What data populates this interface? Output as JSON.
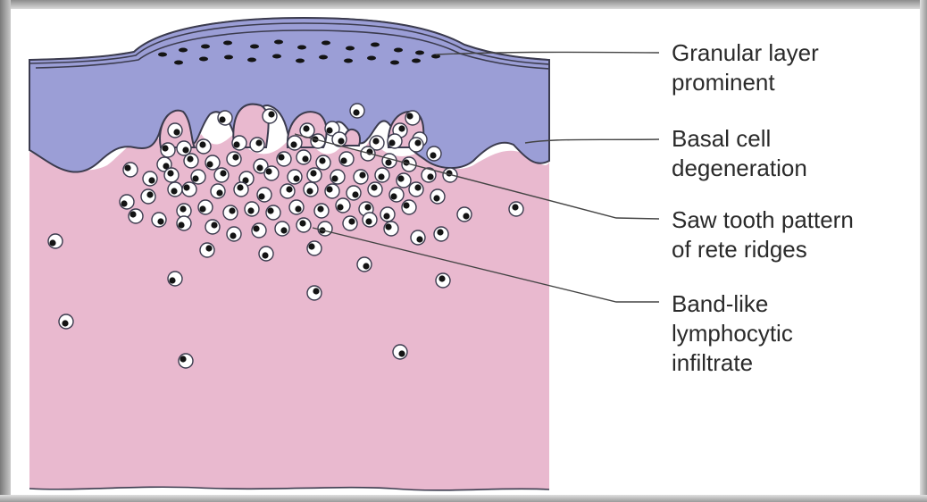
{
  "labels": {
    "granular": {
      "line1": "Granular layer",
      "line2": "prominent"
    },
    "basal": {
      "line1": "Basal cell",
      "line2": "degeneration"
    },
    "sawtooth": {
      "line1": "Saw tooth pattern",
      "line2": "of rete ridges"
    },
    "infiltrate": {
      "line1": "Band-like",
      "line2": "lymphocytic",
      "line3": "infiltrate"
    }
  },
  "colors": {
    "epidermis": "#9b9ed6",
    "dermis": "#e9b9cf",
    "outline": "#3b3b4e",
    "leader": "#444444",
    "nucleus": "#141414"
  }
}
